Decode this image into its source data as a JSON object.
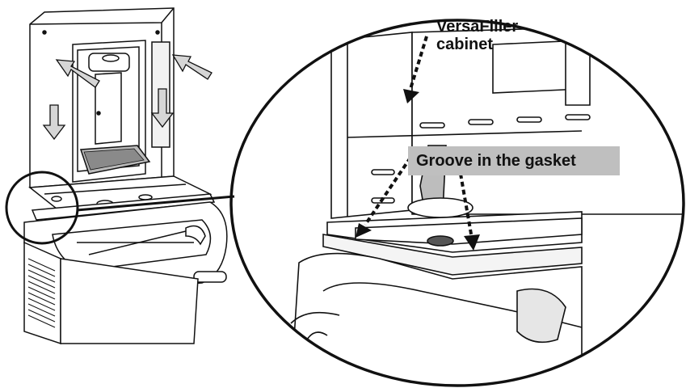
{
  "labels": {
    "cabinet_line1": "VersaFiller",
    "cabinet_line2": "cabinet",
    "gasket": "Groove in the gasket"
  },
  "colors": {
    "ink": "#111111",
    "label_background": "#bfbfbf",
    "arrow_fill": "#d6d6d6",
    "paper": "#ffffff"
  }
}
